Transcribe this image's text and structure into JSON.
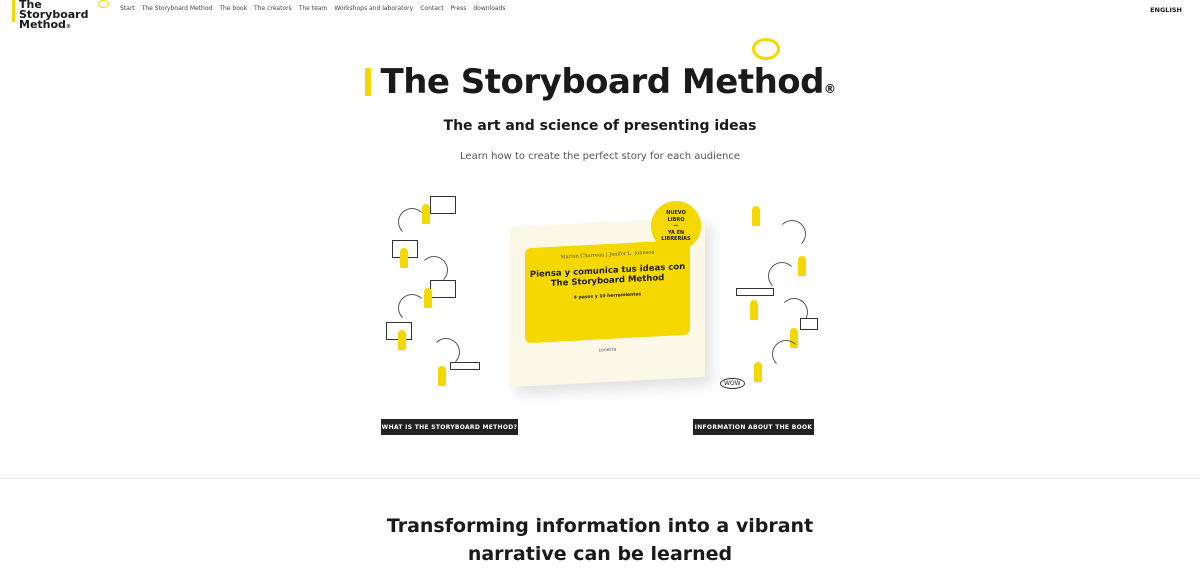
{
  "header": {
    "logo_line1": "The Storyboard",
    "logo_line2": "Method",
    "logo_reg": "®",
    "nav": [
      "Start",
      "The Storyboard Method",
      "The book",
      "The creators",
      "The team",
      "Workshops and laboratory",
      "Contact",
      "Press",
      "downloads"
    ],
    "language": "ENGLISH"
  },
  "hero": {
    "title": "The Storyboard Method",
    "reg": "®",
    "subtitle": "The art and science of presenting ideas",
    "tagline": "Learn how to create the perfect story for each audience"
  },
  "book": {
    "authors": "Marion Charreau | Jenifer L. Johnson",
    "title": "Piensa y comunica tus ideas con The Storyboard Method",
    "subtitle": "4 pasos y 10 herramientas",
    "publisher": "conecta",
    "badge": [
      "NUEVO",
      "LIBRO",
      "—",
      "YA EN",
      "LIBRERÍAS"
    ],
    "wow": "WOW"
  },
  "buttons": {
    "method": "WHAT IS THE STORYBOARD METHOD?",
    "book": "INFORMATION ABOUT THE BOOK"
  },
  "section": {
    "heading": "Transforming information into a vibrant narrative can be learned"
  },
  "colors": {
    "accent": "#f5d800",
    "button": "#222222"
  }
}
